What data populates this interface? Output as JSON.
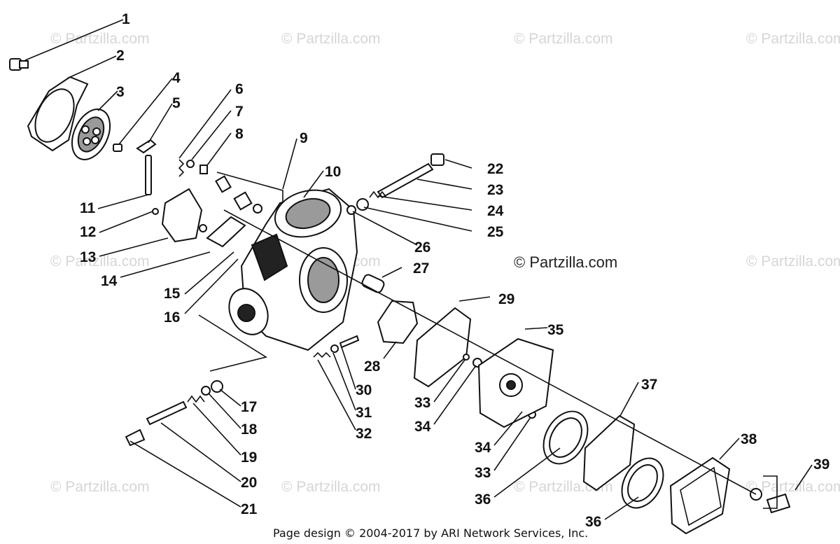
{
  "watermark_text": "© Partzilla.com",
  "watermark_text_main": "© Partzilla.com",
  "footer": "Page design © 2004-2017 by ARI Network Services, Inc.",
  "callouts": [
    "1",
    "2",
    "3",
    "4",
    "5",
    "6",
    "7",
    "8",
    "9",
    "10",
    "11",
    "12",
    "13",
    "14",
    "15",
    "16",
    "17",
    "18",
    "19",
    "20",
    "21",
    "22",
    "23",
    "24",
    "25",
    "26",
    "27",
    "28",
    "29",
    "30",
    "31",
    "32",
    "33",
    "34",
    "35",
    "34",
    "33",
    "36",
    "36",
    "37",
    "38",
    "39"
  ],
  "colors": {
    "ink": "#111111",
    "watermark": "#d6d6d6",
    "background": "#ffffff"
  }
}
